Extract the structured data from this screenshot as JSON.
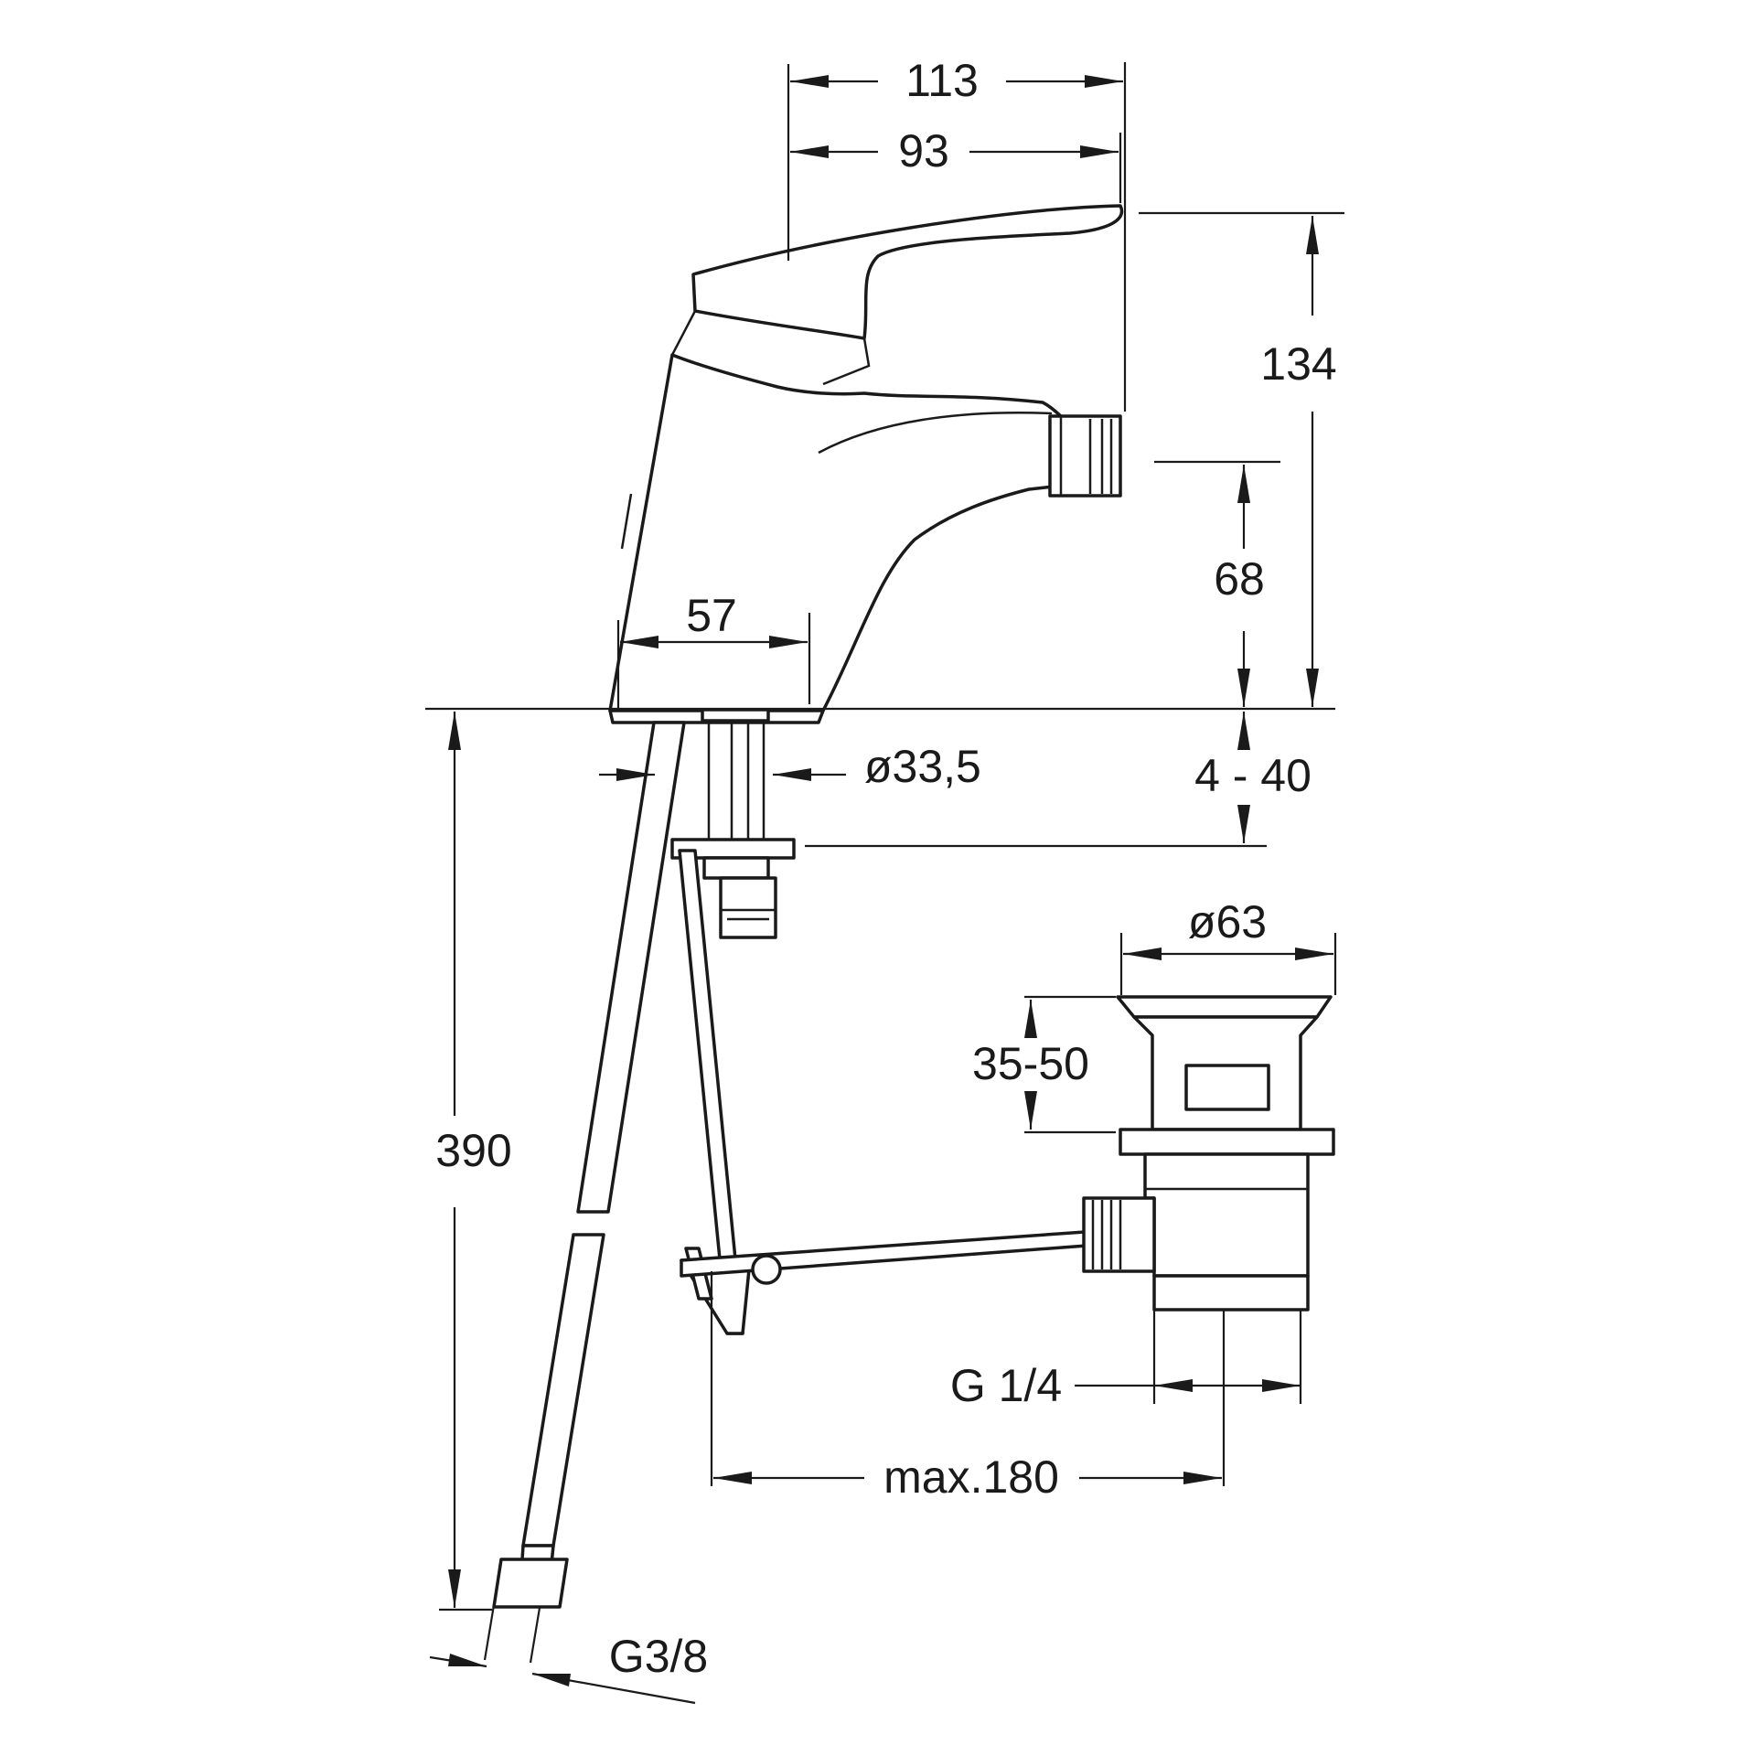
{
  "dimensions": {
    "overall_width": "113",
    "spout_reach": "93",
    "total_height": "134",
    "outlet_height": "68",
    "base_width": "57",
    "hole_diameter": "ø33,5",
    "deck_thickness": "4 - 40",
    "hose_length": "390",
    "waste_diameter": "ø63",
    "waste_adjust": "35-50",
    "waste_thread": "G 1/4",
    "rod_length": "max.180",
    "hose_thread": "G3/8"
  },
  "colors": {
    "line": "#1a1a1a",
    "background": "#ffffff"
  }
}
